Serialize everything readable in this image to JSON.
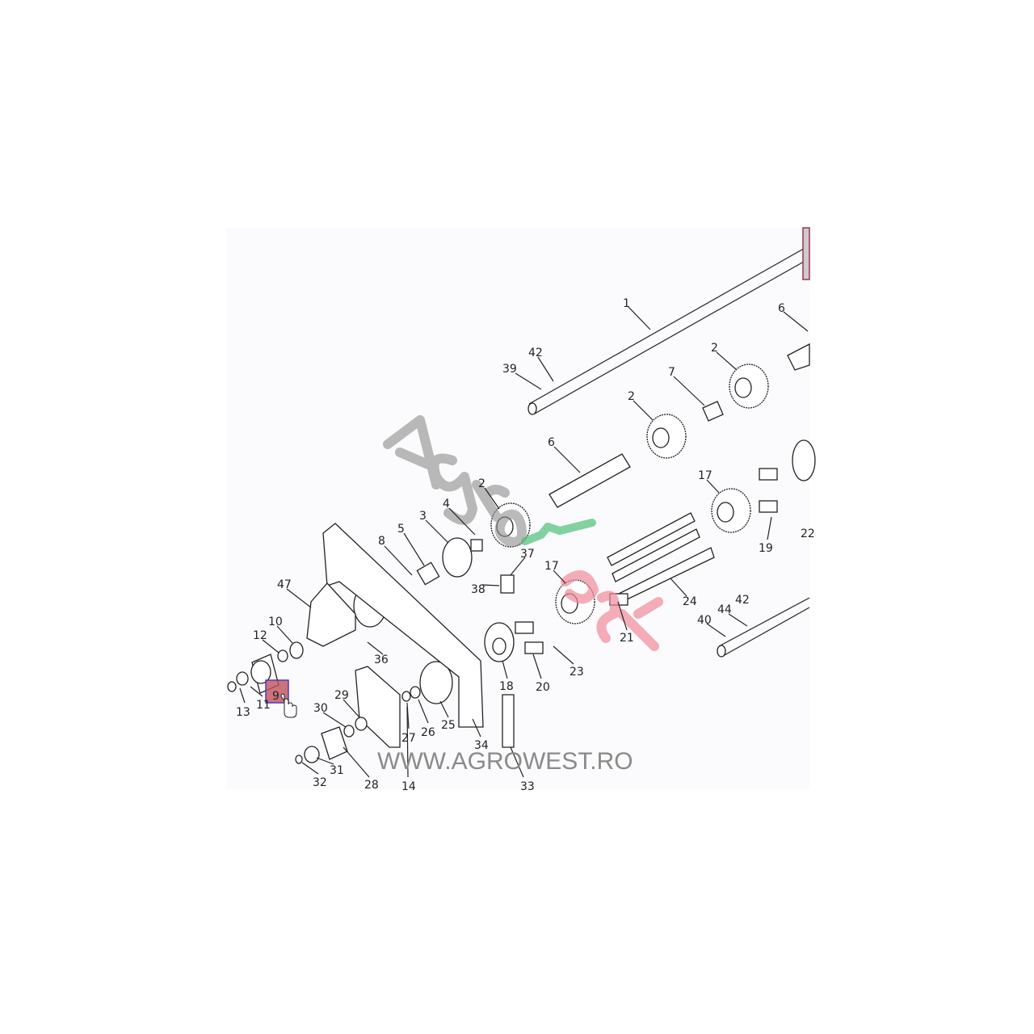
{
  "diagram": {
    "labels": [
      "1",
      "6",
      "42",
      "39",
      "2",
      "7",
      "2",
      "6",
      "17",
      "2",
      "3",
      "4",
      "5",
      "8",
      "37",
      "17",
      "19",
      "22",
      "47",
      "38",
      "24",
      "44",
      "42",
      "40",
      "10",
      "12",
      "21",
      "36",
      "23",
      "18",
      "20",
      "29",
      "9",
      "30",
      "11",
      "13",
      "25",
      "26",
      "27",
      "34",
      "28",
      "31",
      "14",
      "33",
      "32"
    ],
    "selected_part": "9",
    "highlight_color": "#c0505a",
    "highlight_border": "#4a3cc0"
  },
  "watermark": {
    "logo": "AgroWest",
    "url": "WWW.AGROWEST.RO"
  }
}
